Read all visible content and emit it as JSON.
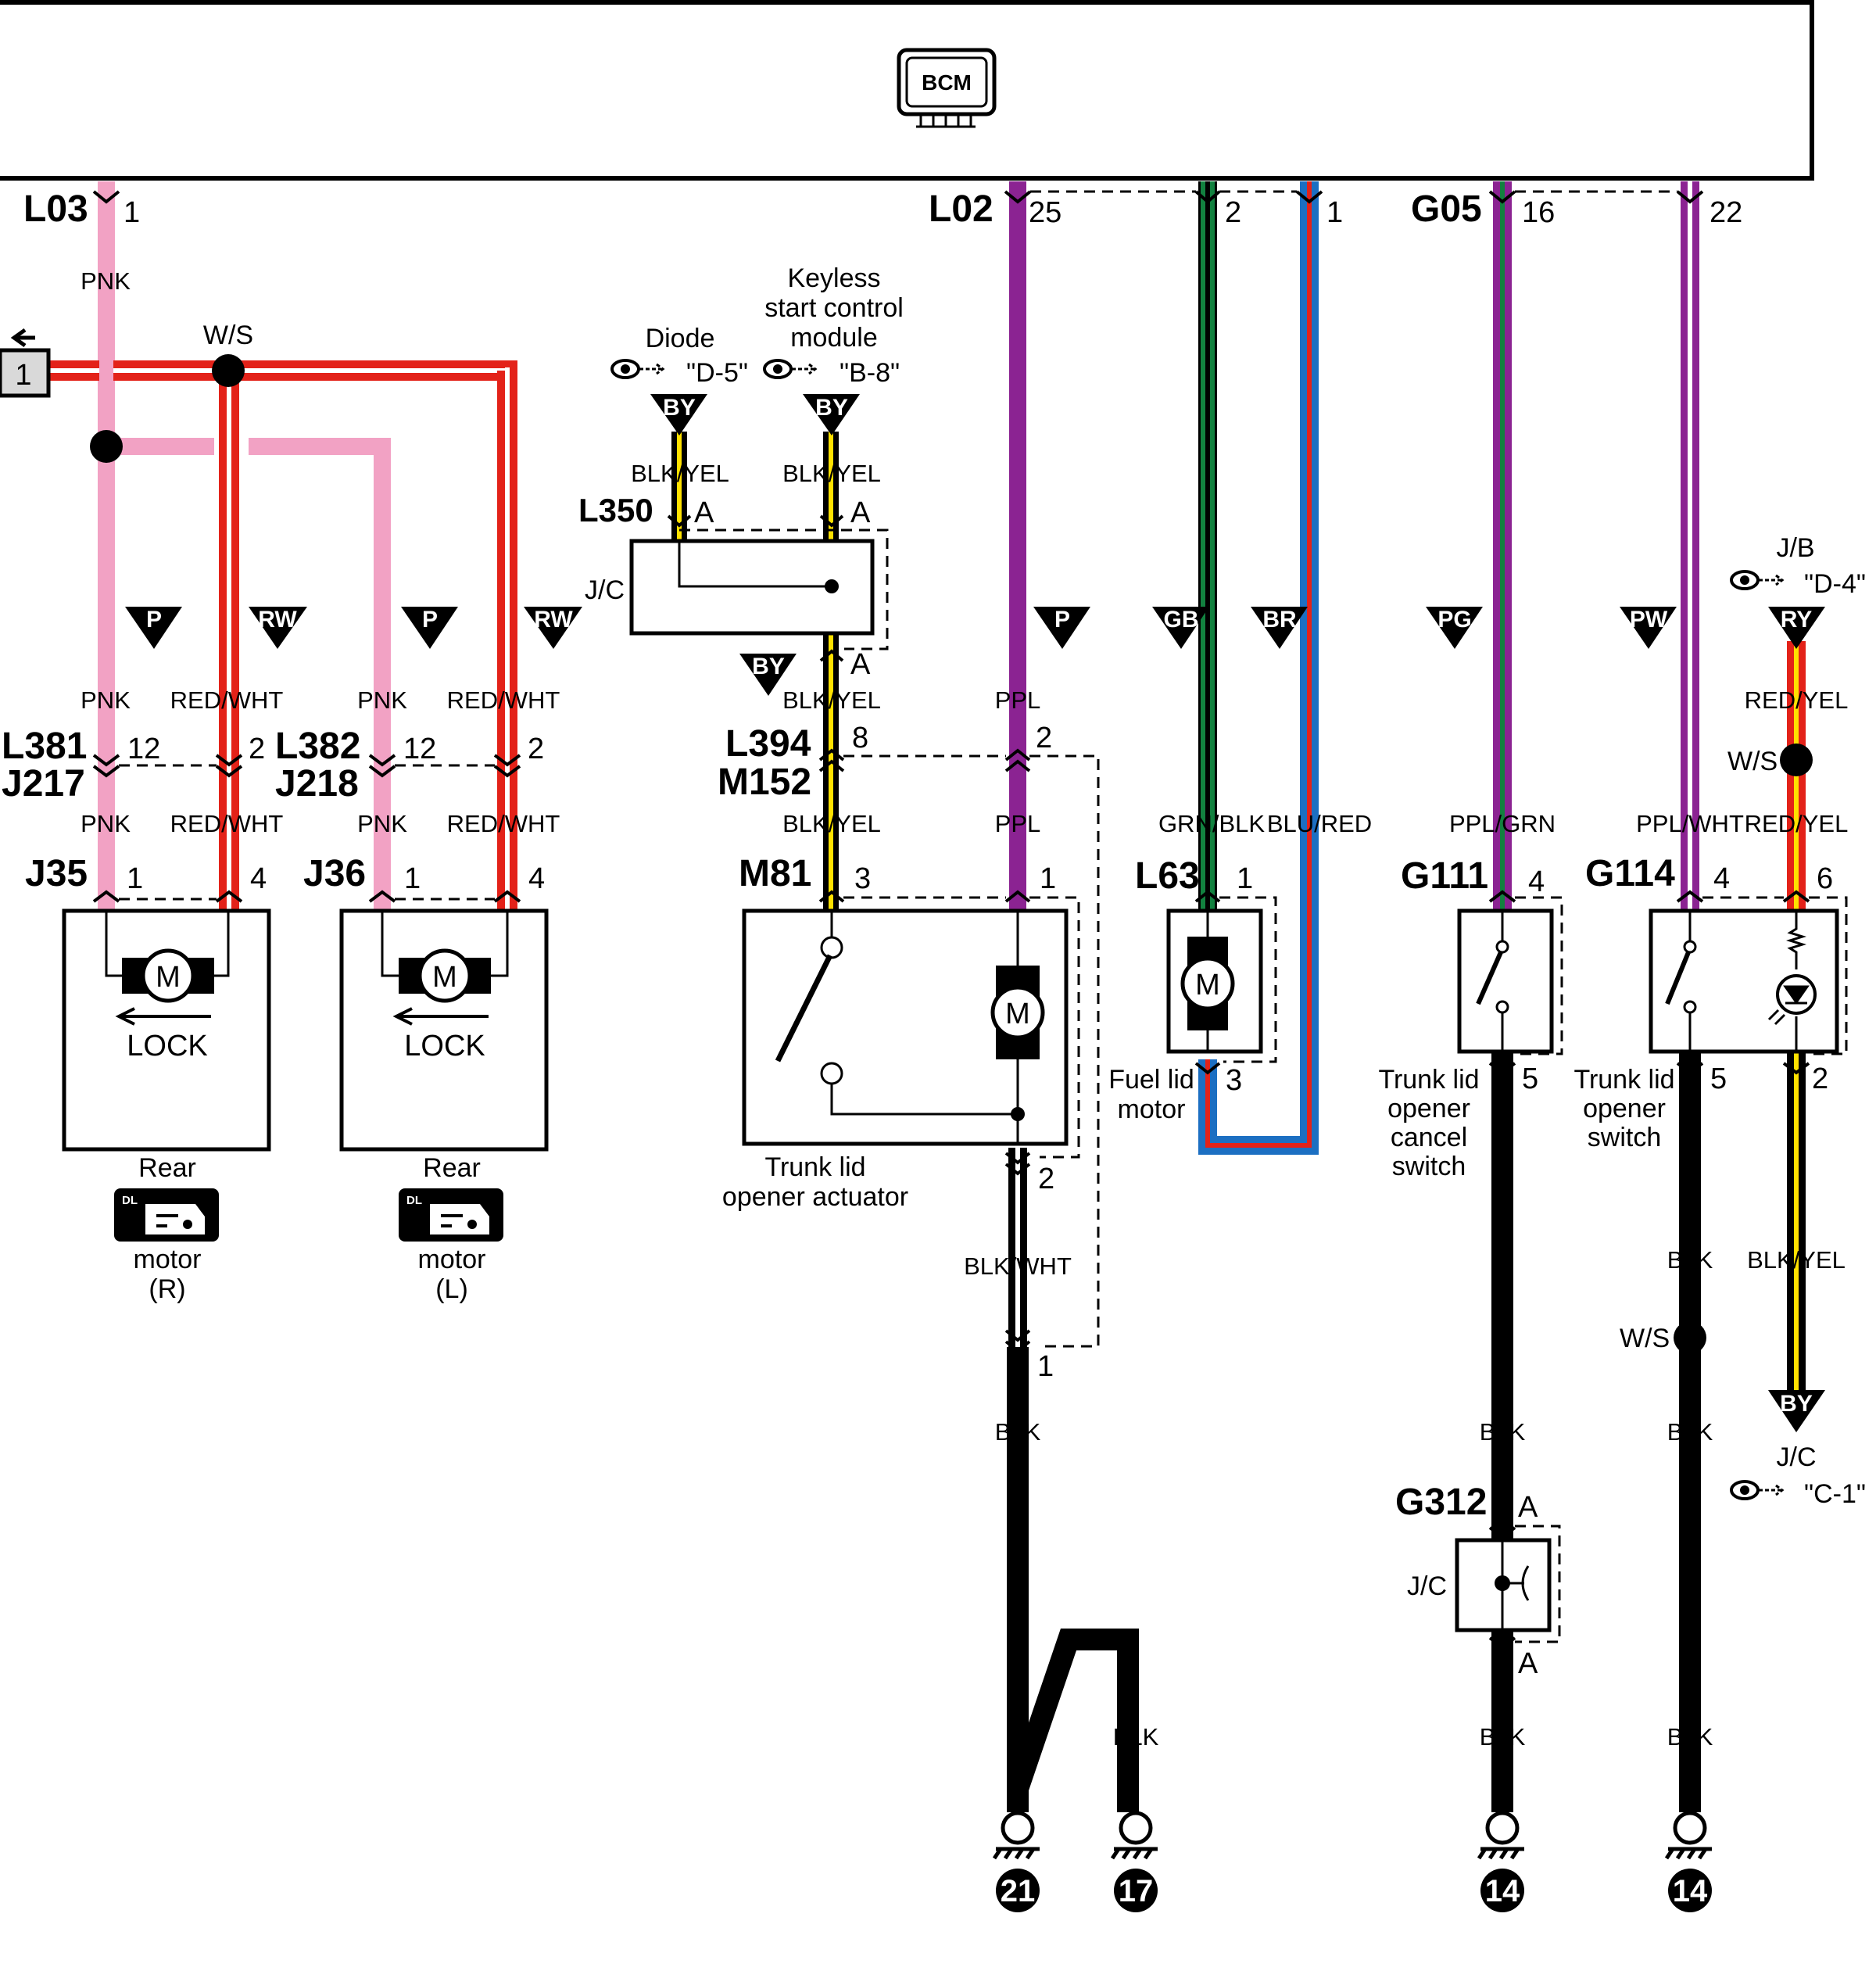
{
  "module": {
    "name": "BCM"
  },
  "connectors": {
    "L03": "L03",
    "L02": "L02",
    "G05": "G05",
    "L381": "L381",
    "J217": "J217",
    "L382": "L382",
    "J218": "J218",
    "J35": "J35",
    "J36": "J36",
    "L350": "L350",
    "L394": "L394",
    "M152": "M152",
    "M81": "M81",
    "L63": "L63",
    "G111": "G111",
    "G114": "G114",
    "G312": "G312"
  },
  "pins": {
    "l03_1": "1",
    "l02_25": "25",
    "l02_2": "2",
    "l02_1": "1",
    "g05_16": "16",
    "g05_22": "22",
    "l381_12": "12",
    "l381_2": "2",
    "l382_12": "12",
    "l382_2": "2",
    "j35_1": "1",
    "j35_4": "4",
    "j36_1": "1",
    "j36_4": "4",
    "l350_a1": "A",
    "l350_a2": "A",
    "l350_a3": "A",
    "l394_8": "8",
    "l394_2": "2",
    "m81_3": "3",
    "m81_1": "1",
    "m81_2": "2",
    "m81_j1": "1",
    "l63_1": "1",
    "l63_3": "3",
    "g111_4": "4",
    "g111_5": "5",
    "g114_4": "4",
    "g114_6": "6",
    "g114_5": "5",
    "g114_2": "2",
    "g312_a1": "A",
    "g312_a2": "A",
    "ref_1": "1"
  },
  "wires": {
    "pnk_top": "PNK",
    "pnk_1": "PNK",
    "pnk_2": "PNK",
    "pnk_3": "PNK",
    "pnk_4": "PNK",
    "rw_1": "RED/WHT",
    "rw_2": "RED/WHT",
    "rw_3": "RED/WHT",
    "rw_4": "RED/WHT",
    "by_1": "BLK/YEL",
    "by_2": "BLK/YEL",
    "by_3": "BLK/YEL",
    "by_4": "BLK/YEL",
    "by_5": "BLK/YEL",
    "ppl_1": "PPL",
    "ppl_2": "PPL",
    "grn_blk": "GRN/BLK",
    "blu_red": "BLU/RED",
    "ppl_grn": "PPL/GRN",
    "ppl_wht": "PPL/WHT",
    "red_yel_1": "RED/YEL",
    "red_yel_2": "RED/YEL",
    "blk_wht": "BLK/WHT",
    "blk_1": "BLK",
    "blk_2": "BLK",
    "blk_3": "BLK",
    "blk_4": "BLK",
    "blk_5": "BLK",
    "blk_6": "BLK",
    "blk_7": "BLK"
  },
  "wire_colors": {
    "pink": "#f2a2c4",
    "red": "#e32219",
    "white": "#ffffff",
    "black": "#000000",
    "yellow": "#ffe100",
    "purple": "#8b2392",
    "green": "#12813f",
    "blue": "#1c6fc2"
  },
  "tags": {
    "p1": "P",
    "rw1": "RW",
    "p2": "P",
    "rw2": "RW",
    "by1": "BY",
    "by2": "BY",
    "by3": "BY",
    "by4": "BY",
    "p3": "P",
    "gb": "GB",
    "br": "BR",
    "pg": "PG",
    "pw": "PW",
    "ry": "RY"
  },
  "labels": {
    "ws_1": "W/S",
    "ws_2": "W/S",
    "ws_3": "W/S",
    "diode": "Diode",
    "diode_ref": "\"D-5\"",
    "keyless": [
      "Keyless",
      "start control",
      "module"
    ],
    "keyless_ref": "\"B-8\"",
    "jb": "J/B",
    "jb_ref": "\"D-4\"",
    "jc_l350": "J/C",
    "jc_g312": "J/C",
    "jc_bottom": "J/C",
    "jc_bottom_ref": "\"C-1\"",
    "lock_r": "LOCK",
    "lock_l": "LOCK",
    "motor_m": "M",
    "rear_r": "Rear",
    "motor_r": "motor",
    "side_r": "(R)",
    "rear_l": "Rear",
    "motor_l": "motor",
    "side_l": "(L)",
    "dl_badge": "DL",
    "trunk_actuator": [
      "Trunk lid",
      "opener actuator"
    ],
    "fuel_lid": [
      "Fuel lid",
      "motor"
    ],
    "trunk_cancel": [
      "Trunk lid",
      "opener",
      "cancel",
      "switch"
    ],
    "trunk_switch": [
      "Trunk lid",
      "opener",
      "switch"
    ]
  },
  "grounds": [
    "21",
    "17",
    "14",
    "14"
  ],
  "icons": [
    "bcm-icon",
    "eye-icon",
    "door-lock-icon",
    "motor-icon",
    "switch-icon",
    "led-icon",
    "ground-icon",
    "arrow-left-icon"
  ]
}
